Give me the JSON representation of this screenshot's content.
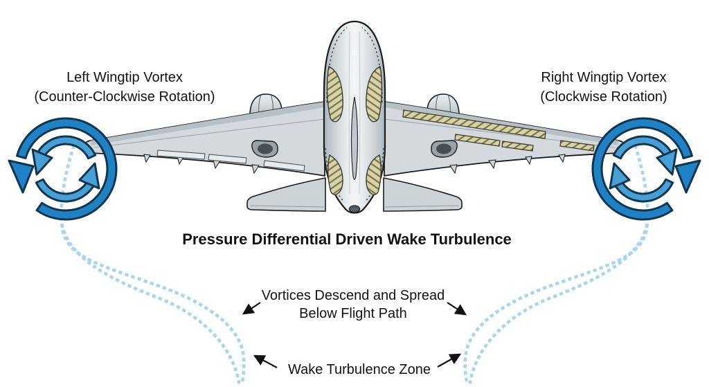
{
  "title": "Pressure Differential Driven Wake Turbulence",
  "labels": {
    "left_vortex": {
      "line1": "Left Wingtip Vortex",
      "line2": "(Counter-Clockwise Rotation)"
    },
    "right_vortex": {
      "line1": "Right Wingtip Vortex",
      "line2": "(Clockwise Rotation)"
    },
    "descend": {
      "line1": "Vortices Descend and Spread",
      "line2": "Below Flight Path"
    },
    "wake_zone": "Wake Turbulence Zone"
  },
  "icons": {
    "left_vortex_icon": "counter-clockwise-rotation-icon",
    "right_vortex_icon": "clockwise-rotation-icon"
  },
  "colors": {
    "background": "#ffffff",
    "text": "#111111",
    "vortex_ring": "#1e82c4",
    "vortex_inner_arrow": "#46a0d6",
    "vortex_outline": "#10354f",
    "wake_dots": "#a9d6ec",
    "aircraft_body": "#d3d9dc",
    "aircraft_shading": "#b6c0c6",
    "aircraft_outline": "#1a1a1a",
    "slat_tan": "#d6d2a4"
  }
}
